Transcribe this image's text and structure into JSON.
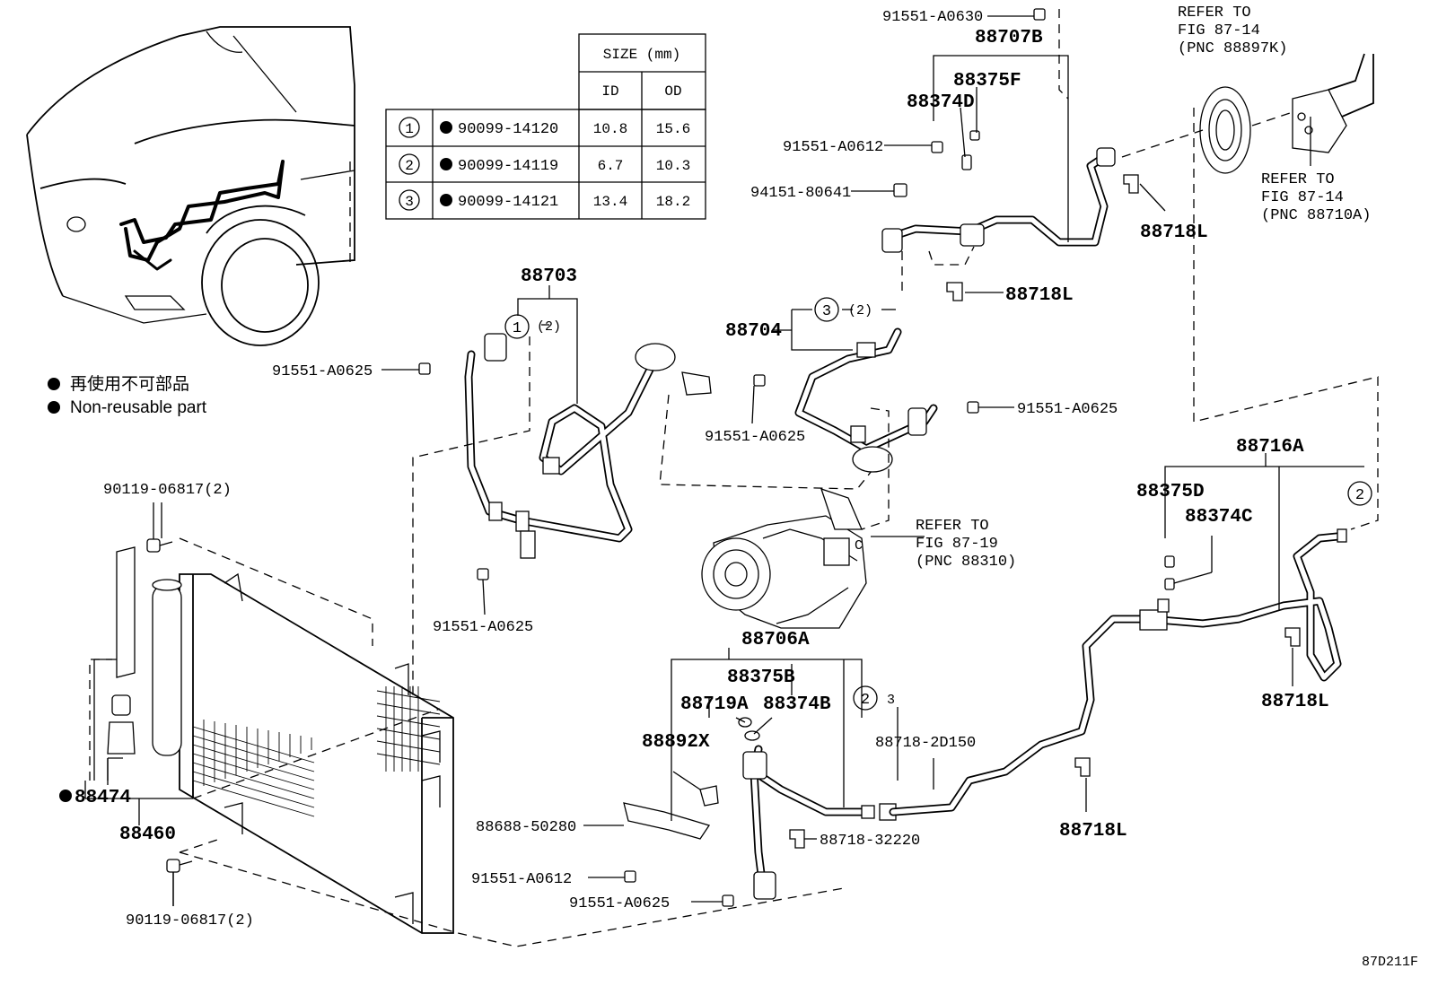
{
  "size_table": {
    "header_size": "SIZE (mm)",
    "header_id": "ID",
    "header_od": "OD",
    "rows": [
      {
        "index": "1",
        "part": "90099-14120",
        "id": "10.8",
        "od": "15.6"
      },
      {
        "index": "2",
        "part": "90099-14119",
        "id": "6.7",
        "od": "10.3"
      },
      {
        "index": "3",
        "part": "90099-14121",
        "id": "13.4",
        "od": "18.2"
      }
    ]
  },
  "legend": {
    "jp": "再使用不可部品",
    "en": "Non-reusable part"
  },
  "labels": {
    "p91551_A0630": "91551-A0630",
    "p88707B": "88707B",
    "p88375F": "88375F",
    "p88374D": "88374D",
    "p91551_A0612_top": "91551-A0612",
    "p94151_80641": "94151-80641",
    "p88718L_mid": "88718L",
    "p88704": "88704",
    "circle3_qty": "(2)",
    "p91551_A0625_right": "91551-A0625",
    "p88703": "88703",
    "circle1_qty": "(2)",
    "p91551_A0625_left": "91551-A0625",
    "p91551_A0625_mid": "91551-A0625",
    "p91551_A0625_bottom_left": "91551-A0625",
    "p90119_06817_top": "90119-06817(2)",
    "p88474": "88474",
    "p88460": "88460",
    "p90119_06817_bottom": "90119-06817(2)",
    "ref_top_1": "REFER TO",
    "ref_top_2": "FIG 87-14",
    "ref_top_3": "(PNC 88897K)",
    "ref_mid_1": "REFER TO",
    "ref_mid_2": "FIG 87-14",
    "ref_mid_3": "(PNC 88710A)",
    "p88718L_topright": "88718L",
    "ref_comp_1": "REFER TO",
    "ref_comp_2": "FIG 87-19",
    "ref_comp_3": "(PNC 88310)",
    "p88706A": "88706A",
    "p88375B": "88375B",
    "p88719A": "88719A",
    "p88374B": "88374B",
    "circle2_qty": "3",
    "p88892X": "88892X",
    "p88718_2D150": "88718-2D150",
    "p88688_50280": "88688-50280",
    "p88718_32220": "88718-32220",
    "p91551_A0612_bottom": "91551-A0612",
    "p91551_A0625_bottom": "91551-A0625",
    "p88716A": "88716A",
    "p88375D": "88375D",
    "p88374C": "88374C",
    "p88718L_right": "88718L",
    "p88718L_bottom": "88718L",
    "figure_code": "87D211F"
  },
  "circle_marks": {
    "one": "1",
    "two": "2",
    "three": "3"
  }
}
